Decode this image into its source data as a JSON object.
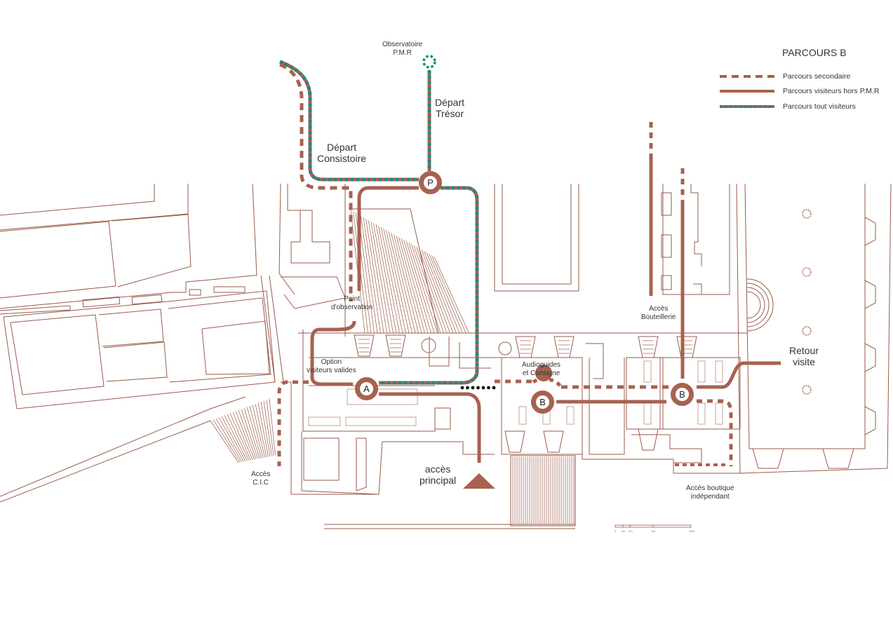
{
  "title": "PARCOURS B",
  "legend": [
    {
      "label": "Parcours secondaire",
      "style": "dashed"
    },
    {
      "label": "Parcours visiteurs hors P.M.R",
      "style": "solid"
    },
    {
      "label": "Parcours tout visiteurs",
      "style": "dashed-teal"
    }
  ],
  "colors": {
    "route": "#a8614f",
    "teal": "#1b8a7f",
    "wall": "#9a5a4a"
  },
  "labels": {
    "observatoire": [
      "Observatoire",
      "P.M.R"
    ],
    "depart_tresor": [
      "Départ",
      "Trésor"
    ],
    "depart_consistoire": [
      "Départ",
      "Consistoire"
    ],
    "point_observation": [
      "Point",
      "d'observation"
    ],
    "option_valides": [
      "Option",
      "visiteurs valides"
    ],
    "audioguides": [
      "Audioguides",
      "et Consigne"
    ],
    "acces_bouteillerie": [
      "Accès",
      "Bouteillerie"
    ],
    "retour_visite": [
      "Retour",
      "visite"
    ],
    "acces_principal": [
      "accès",
      "principal"
    ],
    "acces_cic": [
      "Accès",
      "C.I.C"
    ],
    "acces_boutique": [
      "Accès boutique",
      "indépendant"
    ]
  },
  "markers": {
    "p": "P",
    "a": "A",
    "b1": "B",
    "b2": "B"
  },
  "scale": [
    "0",
    "1m",
    "2m",
    "5m",
    "10m"
  ]
}
